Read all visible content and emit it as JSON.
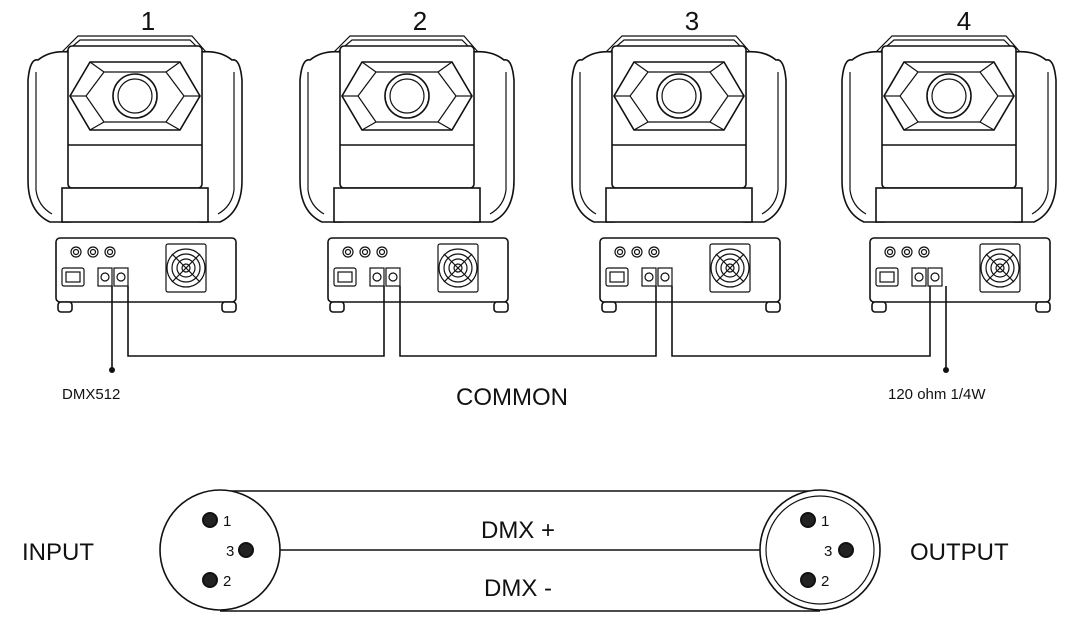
{
  "fixtures": [
    {
      "number": "1"
    },
    {
      "number": "2"
    },
    {
      "number": "3"
    },
    {
      "number": "4"
    }
  ],
  "labels": {
    "dmx_source": "DMX512",
    "common": "COMMON",
    "terminator": "120 ohm 1/4W"
  },
  "cable": {
    "input_label": "INPUT",
    "output_label": "OUTPUT",
    "dmx_plus": "DMX +",
    "dmx_minus": "DMX -",
    "input_pins": [
      "1",
      "3",
      "2"
    ],
    "output_pins": [
      "1",
      "3",
      "2"
    ]
  }
}
